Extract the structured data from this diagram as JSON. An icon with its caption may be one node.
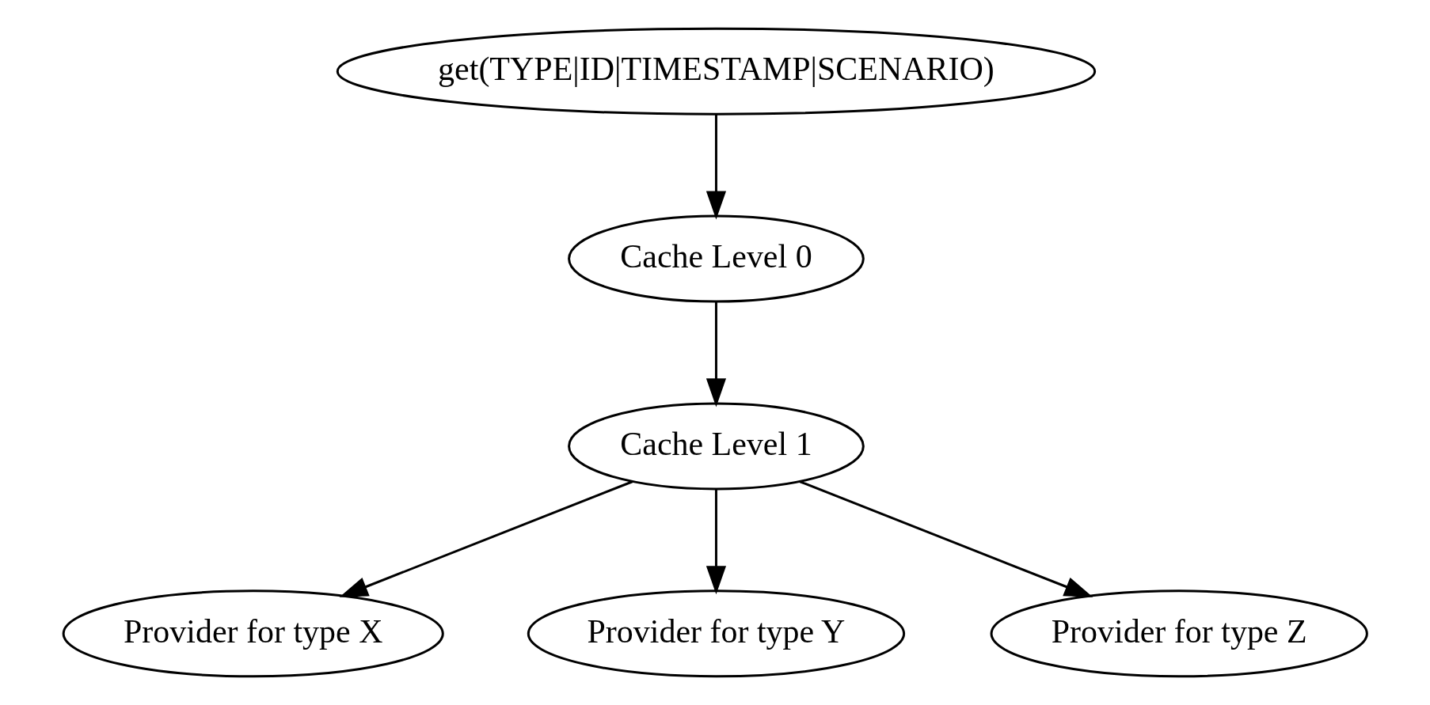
{
  "diagram": {
    "nodes": [
      {
        "text": [
          "get(TYPE|ID|TIMESTAMP|SCENARIO)"
        ]
      },
      {
        "text": [
          "Cache Level 0"
        ]
      },
      {
        "text": [
          "Cache Level 1"
        ]
      },
      {
        "text": [
          "Provider for type X"
        ]
      },
      {
        "text": [
          "Provider for type Y"
        ]
      },
      {
        "text": [
          "Provider for type Z"
        ]
      }
    ],
    "edges": [
      {
        "from": 0,
        "to": 1,
        "arrow": "to"
      },
      {
        "from": 1,
        "to": 2,
        "arrow": "to"
      },
      {
        "from": 2,
        "to": 3,
        "arrow": "to"
      },
      {
        "from": 2,
        "to": 4,
        "arrow": "to"
      },
      {
        "from": 2,
        "to": 5,
        "arrow": "to"
      }
    ]
  }
}
